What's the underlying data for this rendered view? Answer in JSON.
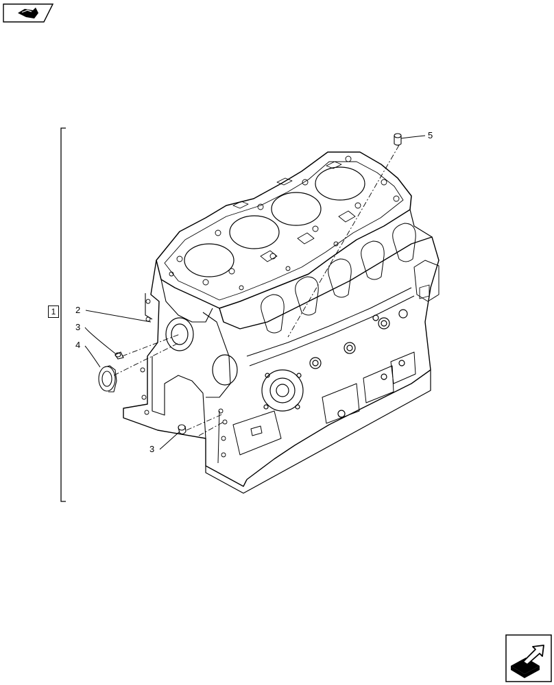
{
  "assembly_label": "1",
  "callouts": {
    "c2": "2",
    "c3a": "3",
    "c4": "4",
    "c3b": "3",
    "c5": "5"
  },
  "icons": {
    "top_left": "previous-page-icon",
    "bottom_right": "next-page-icon"
  }
}
